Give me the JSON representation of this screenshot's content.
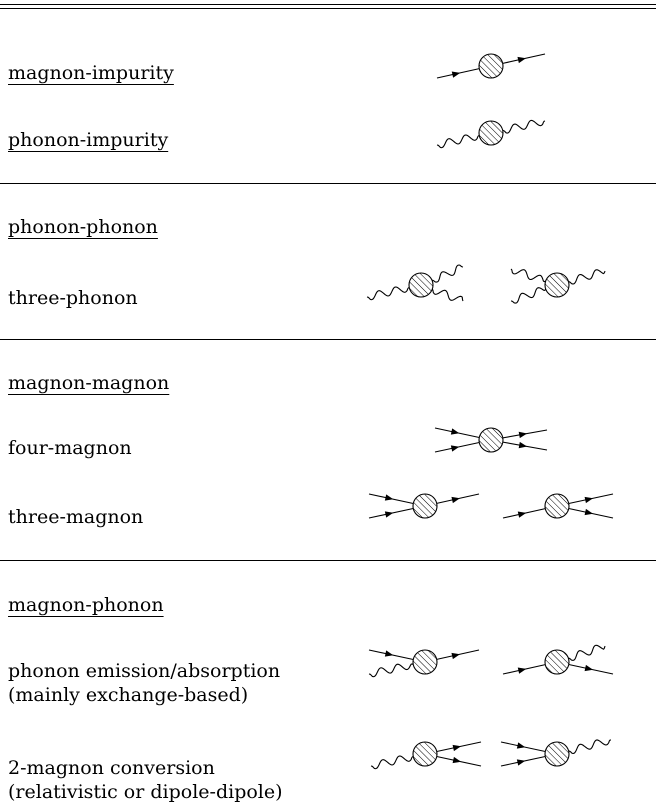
{
  "sections": [
    {
      "rows": [
        {
          "label": "magnon-impurity",
          "underlined": true,
          "diagrams": [
            "magnon-impurity"
          ]
        },
        {
          "label": "phonon-impurity",
          "underlined": true,
          "diagrams": [
            "phonon-impurity"
          ]
        }
      ]
    },
    {
      "rows": [
        {
          "label": "phonon-phonon",
          "underlined": true,
          "diagrams": []
        },
        {
          "label": "three-phonon",
          "underlined": false,
          "diagrams": [
            "phonon-split",
            "phonon-merge"
          ]
        }
      ]
    },
    {
      "rows": [
        {
          "label": "magnon-magnon",
          "underlined": true,
          "diagrams": []
        },
        {
          "label": "four-magnon",
          "underlined": false,
          "diagrams": [
            "four-magnon"
          ]
        },
        {
          "label": "three-magnon",
          "underlined": false,
          "diagrams": [
            "magnon-merge",
            "magnon-split"
          ]
        }
      ]
    },
    {
      "rows": [
        {
          "label": "magnon-phonon",
          "underlined": true,
          "diagrams": []
        },
        {
          "label_lines": [
            "phonon emission/absorption",
            "(mainly exchange-based)"
          ],
          "underlined": false,
          "diagrams": [
            "magnon-phonon-absorb",
            "magnon-phonon-emit"
          ]
        },
        {
          "label_lines": [
            "2-magnon conversion",
            "(relativistic or dipole-dipole)"
          ],
          "underlined": false,
          "diagrams": [
            "phonon-to-2magnon",
            "2magnon-to-phonon"
          ]
        }
      ]
    }
  ],
  "legend_of_line_types": {
    "magnon": "straight-arrow",
    "phonon": "wavy",
    "vertex": "hatched-circle"
  }
}
